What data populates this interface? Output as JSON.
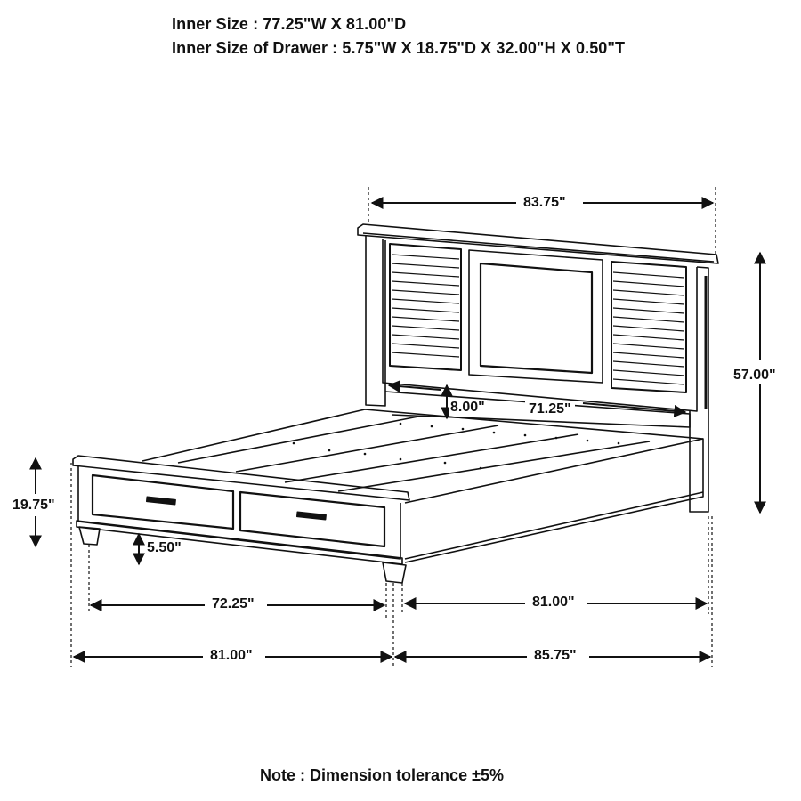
{
  "specs": {
    "inner_size": "Inner Size : 77.25\"W X 81.00\"D",
    "inner_size_drawer": "Inner Size of Drawer : 5.75\"W X 18.75\"D X 32.00\"H X 0.50\"T"
  },
  "dimensions": {
    "headboard_width": "83.75\"",
    "headboard_height": "57.00\"",
    "clearance_height": "8.00\"",
    "rail_inner_width": "71.25\"",
    "footboard_height": "19.75\"",
    "leg_height": "5.50\"",
    "footboard_inner_length": "72.25\"",
    "side_inner_length": "81.00\"",
    "overall_width": "81.00\"",
    "overall_length": "85.75\""
  },
  "note": "Note : Dimension tolerance ±5%",
  "colors": {
    "line": "#111111",
    "background": "#ffffff"
  }
}
